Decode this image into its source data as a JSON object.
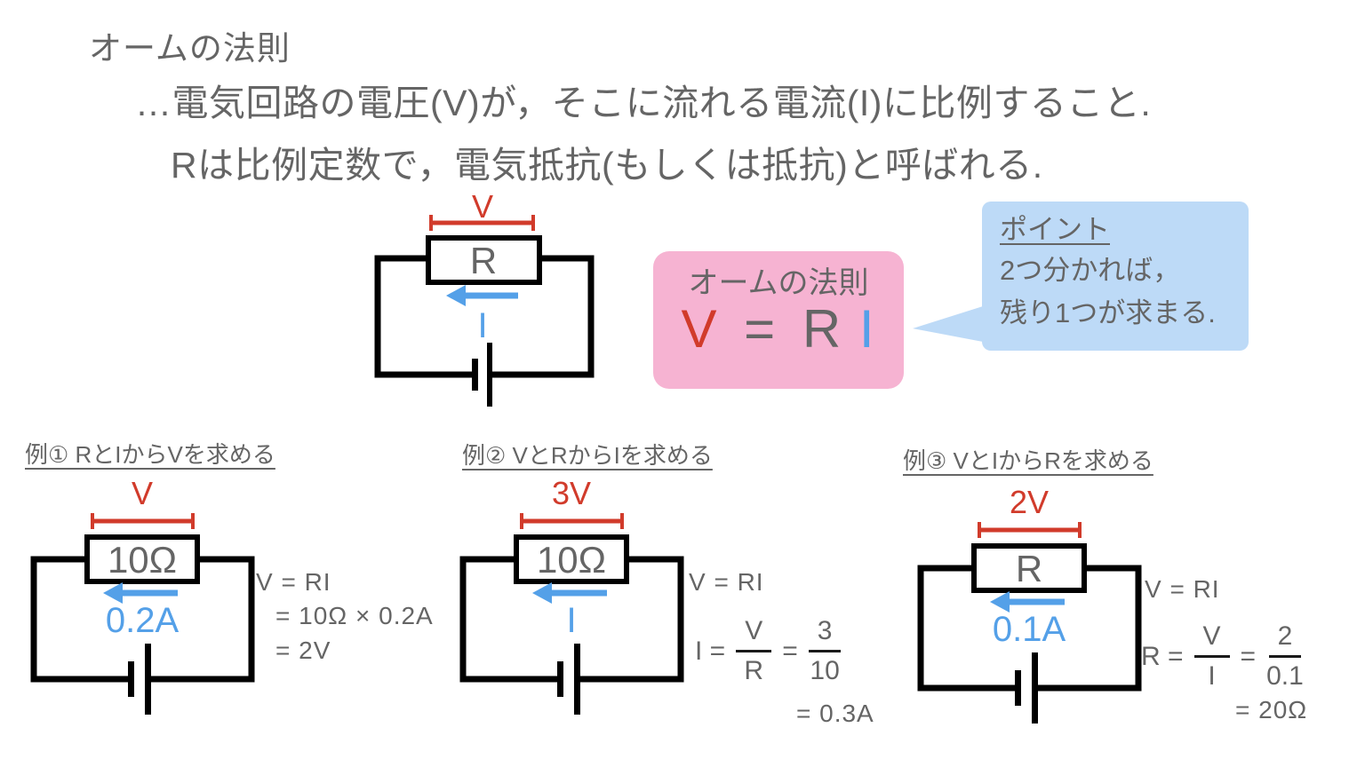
{
  "colors": {
    "red": "#d13b2b",
    "blue": "#54a0e8",
    "gray": "#656565",
    "pink": "#f6b3d2",
    "light_blue": "#bddaf7",
    "black": "#000000"
  },
  "header": {
    "title": "オームの法則",
    "description_line1": "…電気回路の電圧(V)が，そこに流れる電流(I)に比例すること.",
    "description_line2": "Rは比例定数で，電気抵抗(もしくは抵抗)と呼ばれる."
  },
  "main_circuit": {
    "voltage_label": "V",
    "resistor_label": "R",
    "current_label": "I"
  },
  "law_box": {
    "title": "オームの法則",
    "formula": {
      "v": "V",
      "equals": "=",
      "r": "R",
      "i": "I"
    }
  },
  "point_box": {
    "heading": "ポイント",
    "line1": "2つ分かれば，",
    "line2": "残り1つが求まる."
  },
  "examples": [
    {
      "heading": "例① RとIからVを求める",
      "circuit": {
        "voltage_label": "V",
        "resistor_label": "10Ω",
        "current_label": "0.2A"
      },
      "equations": {
        "line1": "V = RI",
        "line2": "= 10Ω × 0.2A",
        "line3": "= 2V"
      }
    },
    {
      "heading": "例② VとRからIを求める",
      "circuit": {
        "voltage_label": "3V",
        "resistor_label": "10Ω",
        "current_label": "I"
      },
      "equations": {
        "line1": "V = RI",
        "lhs": "I =",
        "frac1_num": "V",
        "frac1_den": "R",
        "equals": "=",
        "frac2_num": "3",
        "frac2_den": "10",
        "result": "= 0.3A"
      }
    },
    {
      "heading": "例③ VとIからRを求める",
      "circuit": {
        "voltage_label": "2V",
        "resistor_label": "R",
        "current_label": "0.1A"
      },
      "equations": {
        "line1": "V = RI",
        "lhs": "R =",
        "frac1_num": "V",
        "frac1_den": "I",
        "equals": "=",
        "frac2_num": "2",
        "frac2_den": "0.1",
        "result": "= 20Ω"
      }
    }
  ]
}
